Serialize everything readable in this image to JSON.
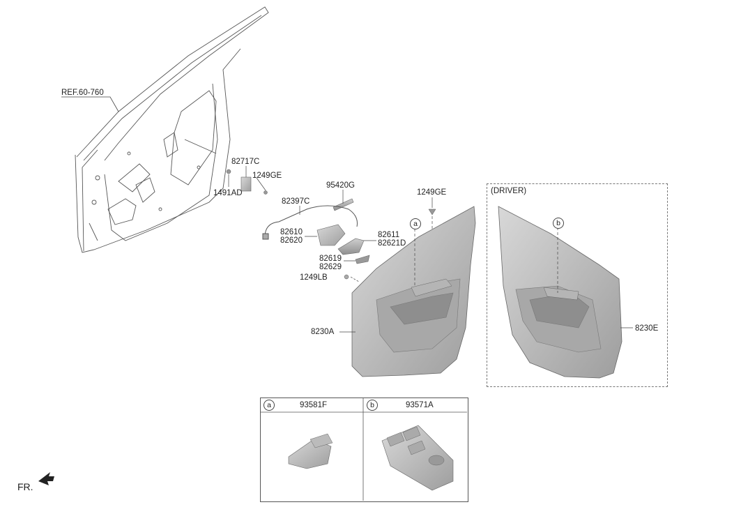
{
  "labels": {
    "ref": "REF.60-760",
    "p82717C": "82717C",
    "p1249GE_a": "1249GE",
    "p1491AD": "1491AD",
    "p95420G": "95420G",
    "p1249GE_b": "1249GE",
    "driver": "(DRIVER)",
    "p82397C": "82397C",
    "p82610": "82610",
    "p82620": "82620",
    "p82611": "82611",
    "p82621D": "82621D",
    "p82619": "82619",
    "p82629": "82629",
    "p1249LB": "1249LB",
    "p8230A": "8230A",
    "p8230E": "8230E",
    "fr": "FR."
  },
  "callouts": {
    "a": "a",
    "b": "b"
  },
  "legend": [
    {
      "marker": "a",
      "part": "93581F"
    },
    {
      "marker": "b",
      "part": "93571A"
    }
  ],
  "colors": {
    "line": "#444444",
    "panel_fill": "#c9c9c9",
    "panel_dark": "#9a9a9a"
  }
}
